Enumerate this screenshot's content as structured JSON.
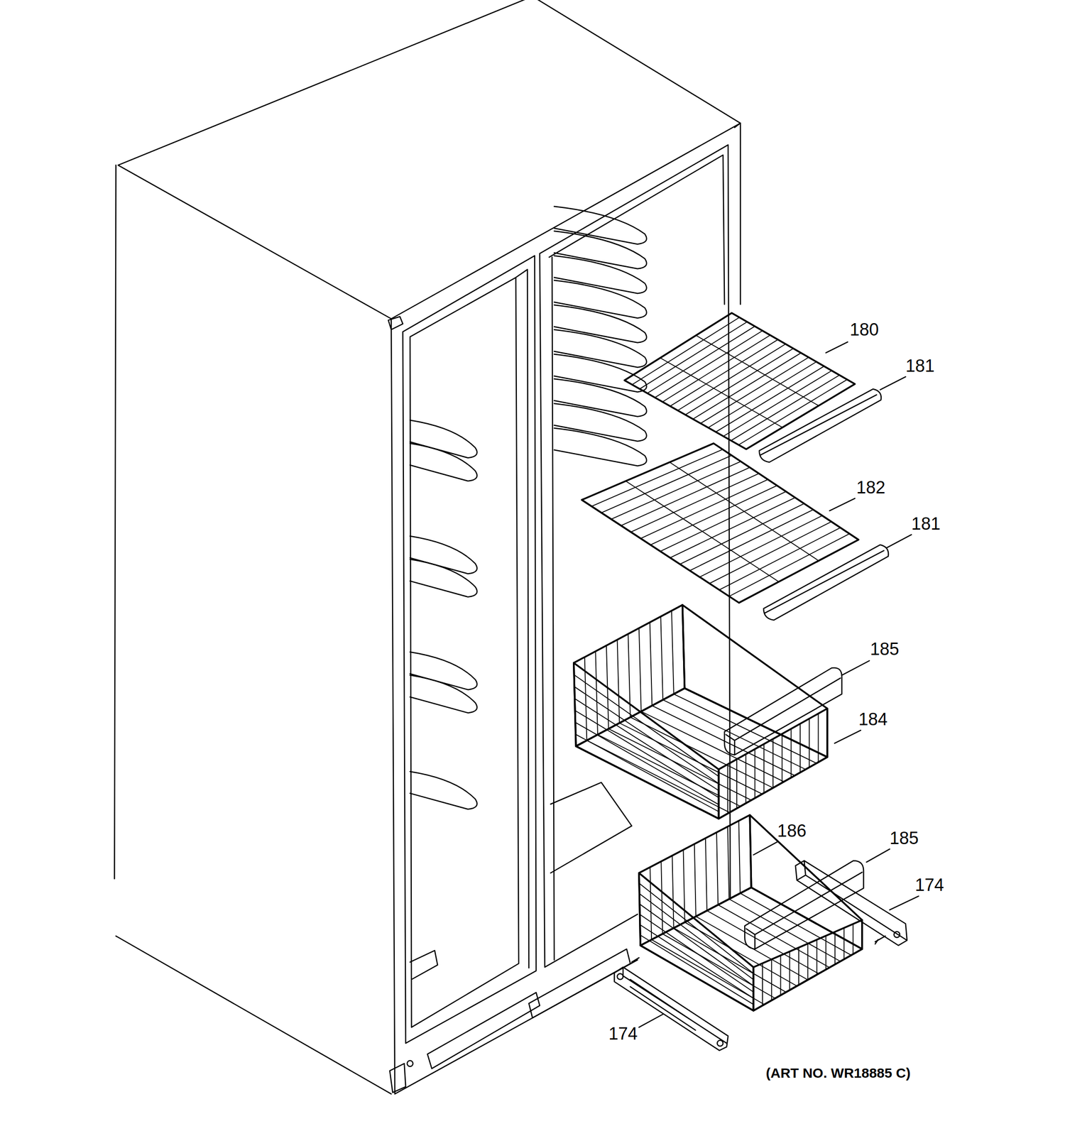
{
  "diagram": {
    "labels": [
      "180",
      "181",
      "182",
      "181",
      "185",
      "184",
      "186",
      "185",
      "174",
      "174",
      "(ART NO. WR18885 C)"
    ]
  }
}
